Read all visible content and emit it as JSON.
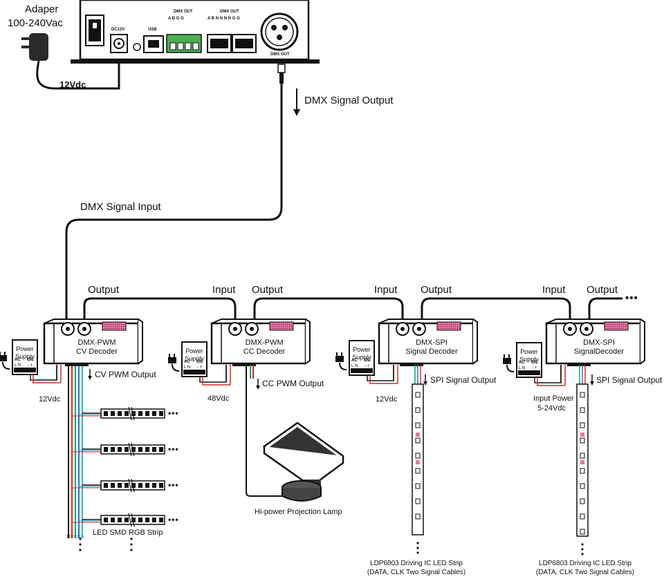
{
  "adapter": {
    "title": "Adaper",
    "spec": "100-240Vac",
    "dc_label": "12Vdc"
  },
  "controller": {
    "dc_port": "DC12V",
    "usb_port": "USB",
    "dmx_out_a": "DMX OUT",
    "dmx_out_a_pins": "A  B  G  G",
    "dmx_out_b": "DMX OUT",
    "dmx_out_b_pins": "A B N N N N G G",
    "xlr_label": "DMX OUT",
    "signal_output": "DMX Signal Output"
  },
  "bus": {
    "signal_input": "DMX Signal Input"
  },
  "decoders": [
    {
      "name": "DMX-PWM",
      "type": "CV Decoder",
      "io_output": "Output",
      "ps_label": "Power Supply",
      "voltage": "12Vdc",
      "output_label": "CV PWM Output"
    },
    {
      "name": "DMX-PWM",
      "type": "CC Decoder",
      "io_input": "Input",
      "io_output": "Output",
      "ps_label": "Power Supply",
      "voltage": "48Vdc",
      "output_label": "CC PWM Output"
    },
    {
      "name": "DMX-SPI",
      "type": "Signal Decoder",
      "io_input": "Input",
      "io_output": "Output",
      "ps_label": "Power Supply",
      "voltage": "12Vdc",
      "output_label": "SPI Signal Output"
    },
    {
      "name": "DMX-SPI",
      "type": "SignalDecoder",
      "io_input": "Input",
      "io_output": "Output",
      "ps_label": "Power Supply",
      "voltage": "Input Power",
      "voltage_2": "5-24Vdc",
      "output_label": "SPI Signal Output"
    }
  ],
  "ps_terminals": {
    "ac": "AC",
    "dc": "DC",
    "ac_pins": "L N",
    "dc_pins": "- +"
  },
  "loads": {
    "rgb_strip": "LED SMD RGB Strip",
    "lamp": "Hi-power Projection Lamp",
    "spi_strip_1_line1": "LDP6803 Driving IC LED Strip",
    "spi_strip_1_line2": "(DATA, CLK Two Signal Cables)",
    "spi_strip_2_line1": "LDP6803 Driving IC LED Strip",
    "spi_strip_2_line2": "(DATA, CLK Two Signal Cables)"
  },
  "continuation": "•••",
  "colors": {
    "red": "#d9262b",
    "green": "#1aa35a",
    "blue": "#2b74c7",
    "cyan": "#27b3c9",
    "terminal_green": "#4caf50",
    "magenta": "#c2185b"
  }
}
